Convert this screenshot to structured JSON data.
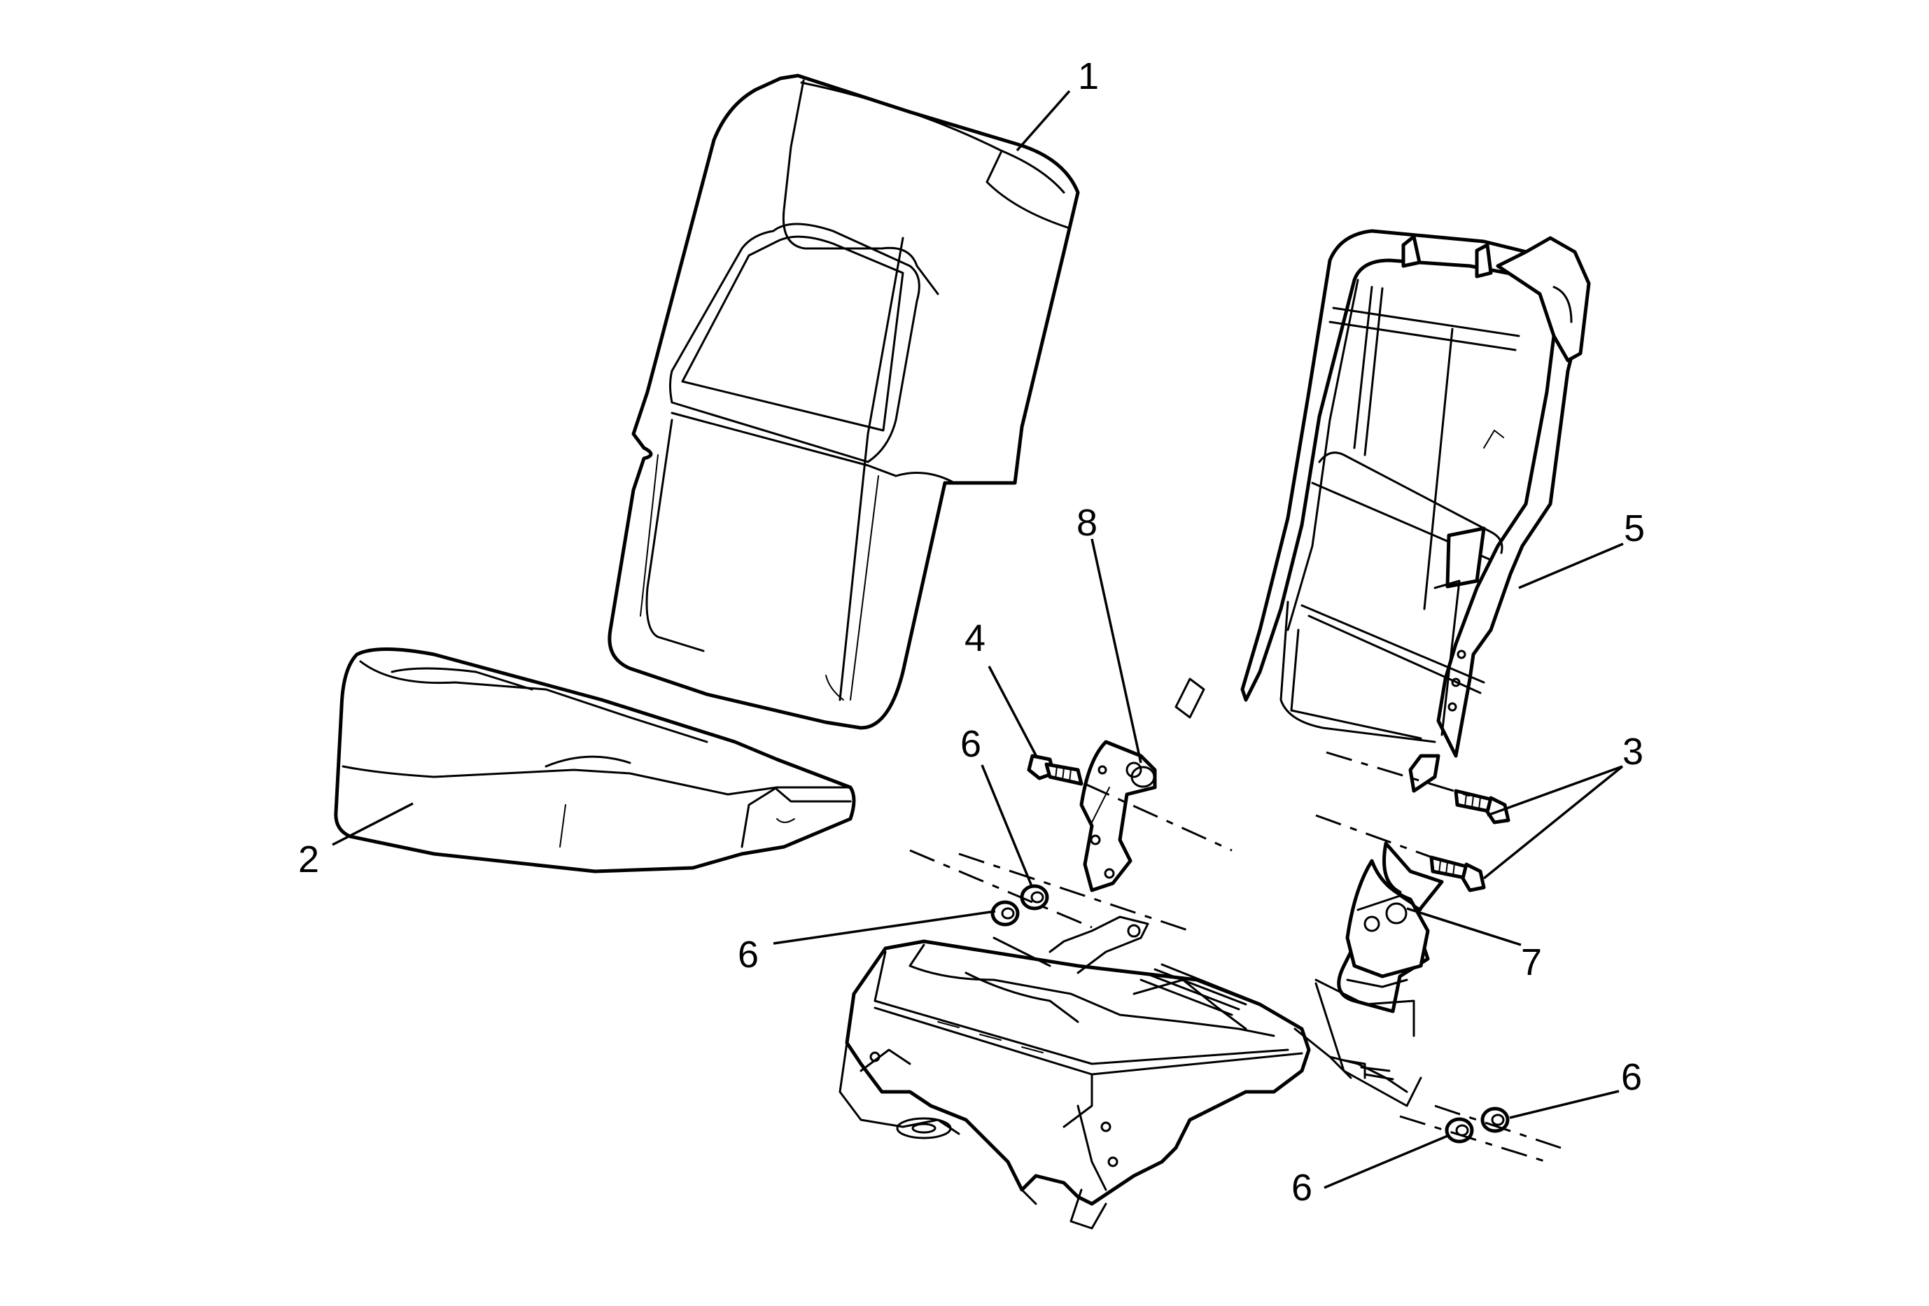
{
  "figure": {
    "callouts": [
      {
        "id": "callout-1",
        "text": "1"
      },
      {
        "id": "callout-2",
        "text": "2"
      },
      {
        "id": "callout-3",
        "text": "3"
      },
      {
        "id": "callout-4",
        "text": "4"
      },
      {
        "id": "callout-5",
        "text": "5"
      },
      {
        "id": "callout-6a",
        "text": "6"
      },
      {
        "id": "callout-6b",
        "text": "6"
      },
      {
        "id": "callout-6c",
        "text": "6"
      },
      {
        "id": "callout-6d",
        "text": "6"
      },
      {
        "id": "callout-7",
        "text": "7"
      },
      {
        "id": "callout-8",
        "text": "8"
      }
    ]
  }
}
